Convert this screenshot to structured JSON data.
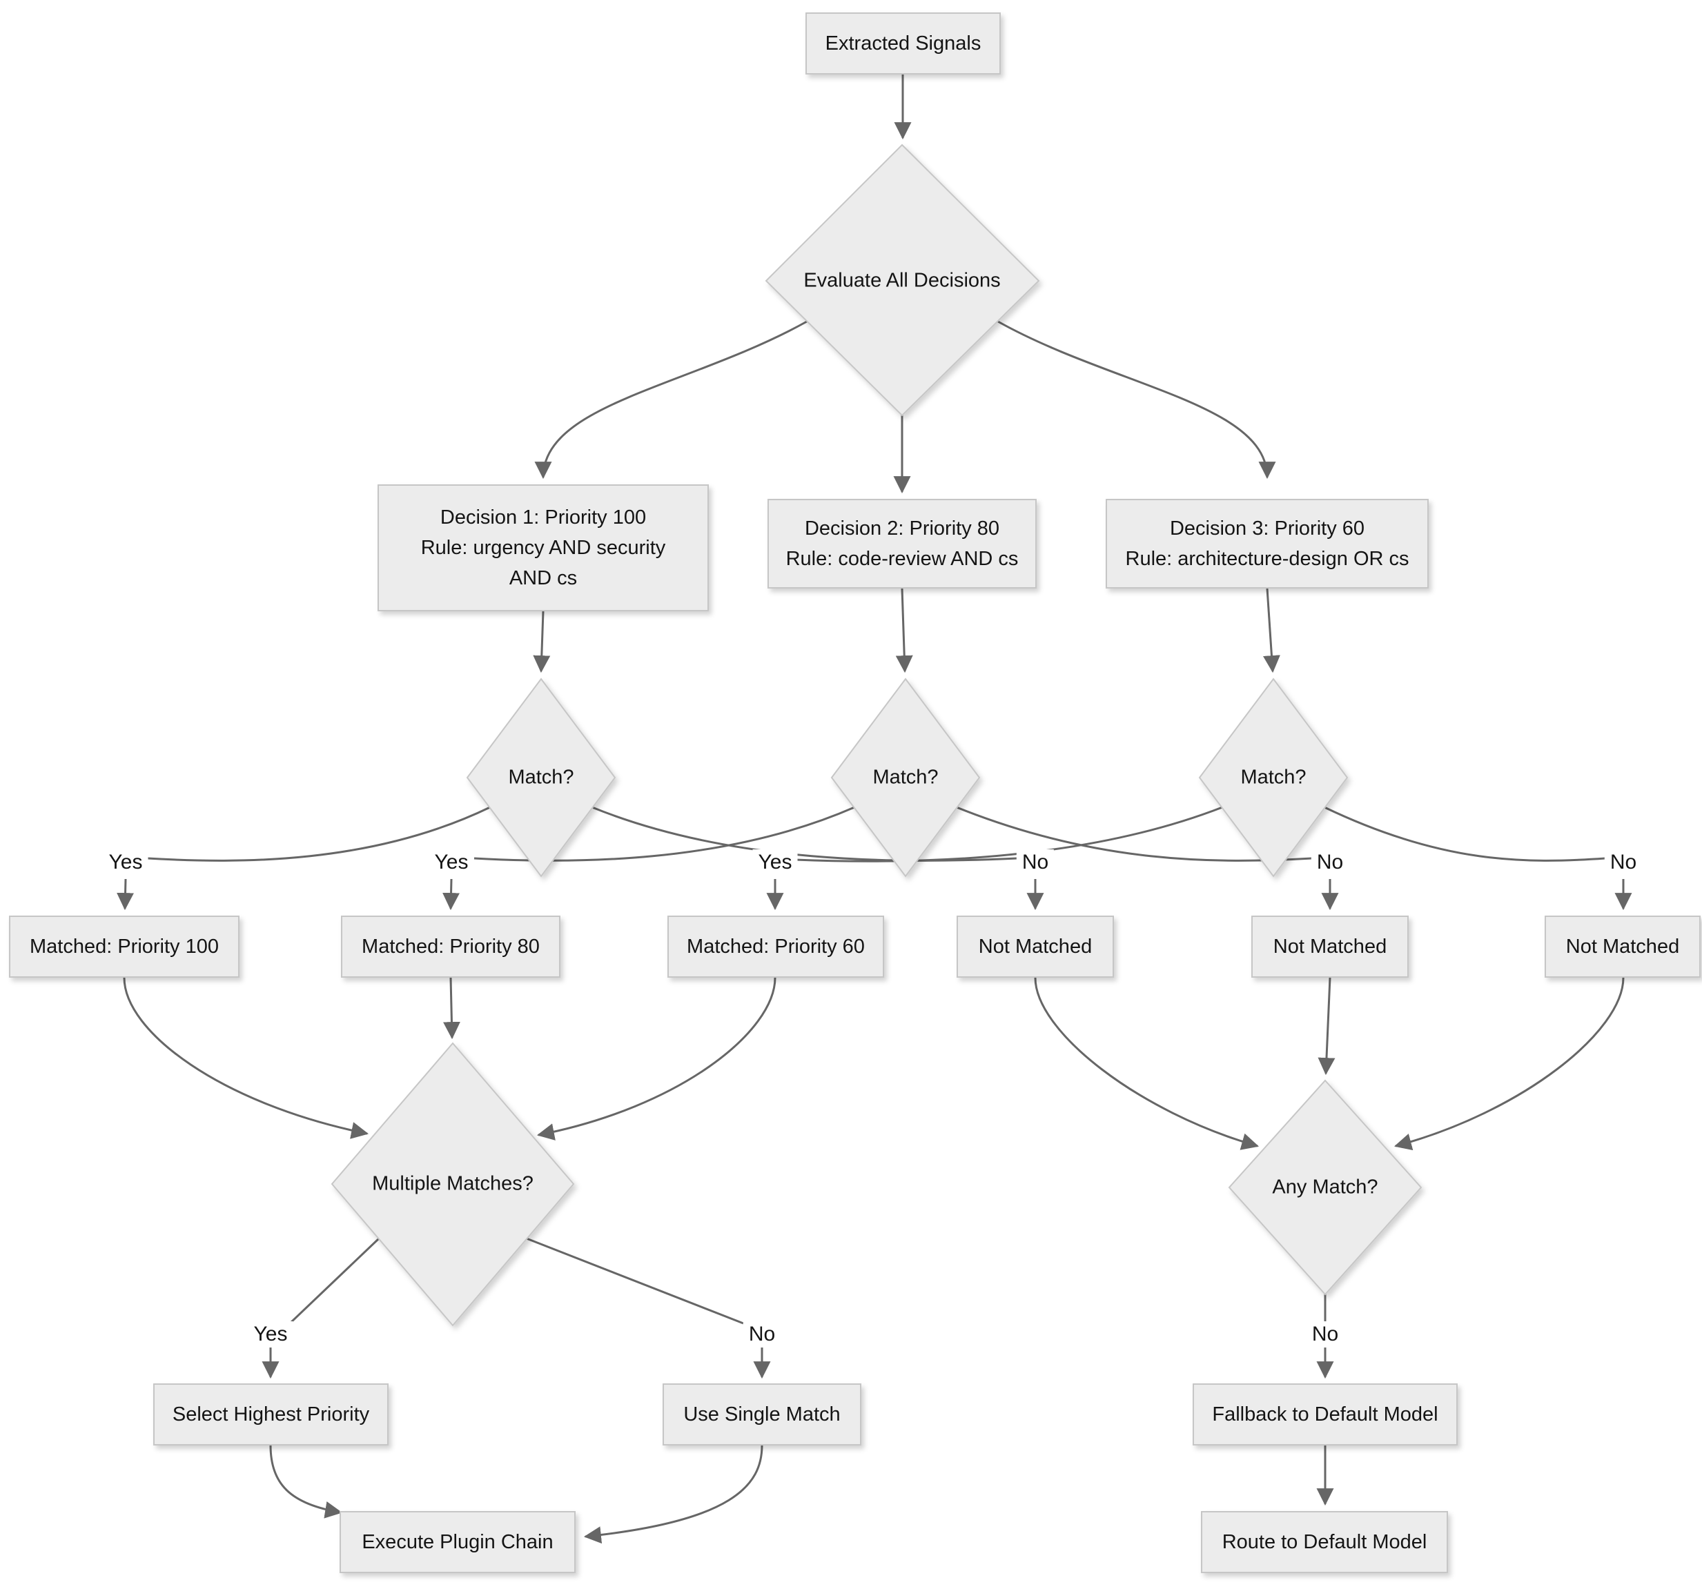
{
  "diagram": {
    "type": "flowchart",
    "nodes": {
      "extracted_signals": {
        "label": "Extracted Signals"
      },
      "evaluate_all_decisions": {
        "label": "Evaluate All Decisions"
      },
      "decision1": {
        "lines": [
          "Decision 1: Priority 100",
          "Rule: urgency AND security",
          "AND cs"
        ]
      },
      "decision2": {
        "lines": [
          "Decision 2: Priority 80",
          "Rule: code-review AND cs"
        ]
      },
      "decision3": {
        "lines": [
          "Decision 3: Priority 60",
          "Rule: architecture-design OR cs"
        ]
      },
      "match1": {
        "label": "Match?"
      },
      "match2": {
        "label": "Match?"
      },
      "match3": {
        "label": "Match?"
      },
      "matched_100": {
        "label": "Matched: Priority 100"
      },
      "matched_80": {
        "label": "Matched: Priority 80"
      },
      "matched_60": {
        "label": "Matched: Priority 60"
      },
      "not_matched_1": {
        "label": "Not Matched"
      },
      "not_matched_2": {
        "label": "Not Matched"
      },
      "not_matched_3": {
        "label": "Not Matched"
      },
      "multiple_matches": {
        "label": "Multiple Matches?"
      },
      "any_match": {
        "label": "Any Match?"
      },
      "select_highest_priority": {
        "label": "Select Highest Priority"
      },
      "use_single_match": {
        "label": "Use Single Match"
      },
      "execute_plugin_chain": {
        "label": "Execute Plugin Chain"
      },
      "fallback_default": {
        "label": "Fallback to Default Model"
      },
      "route_default": {
        "label": "Route to Default Model"
      }
    },
    "edge_labels": {
      "match1_yes": "Yes",
      "match2_yes": "Yes",
      "match3_yes": "Yes",
      "match1_no": "No",
      "match2_no": "No",
      "match3_no": "No",
      "multiple_yes": "Yes",
      "multiple_no": "No",
      "any_no": "No"
    },
    "colors": {
      "node_fill": "#ececec",
      "node_border": "#c6c6c6",
      "edge": "#666666",
      "text": "#141414",
      "background": "#ffffff"
    }
  }
}
